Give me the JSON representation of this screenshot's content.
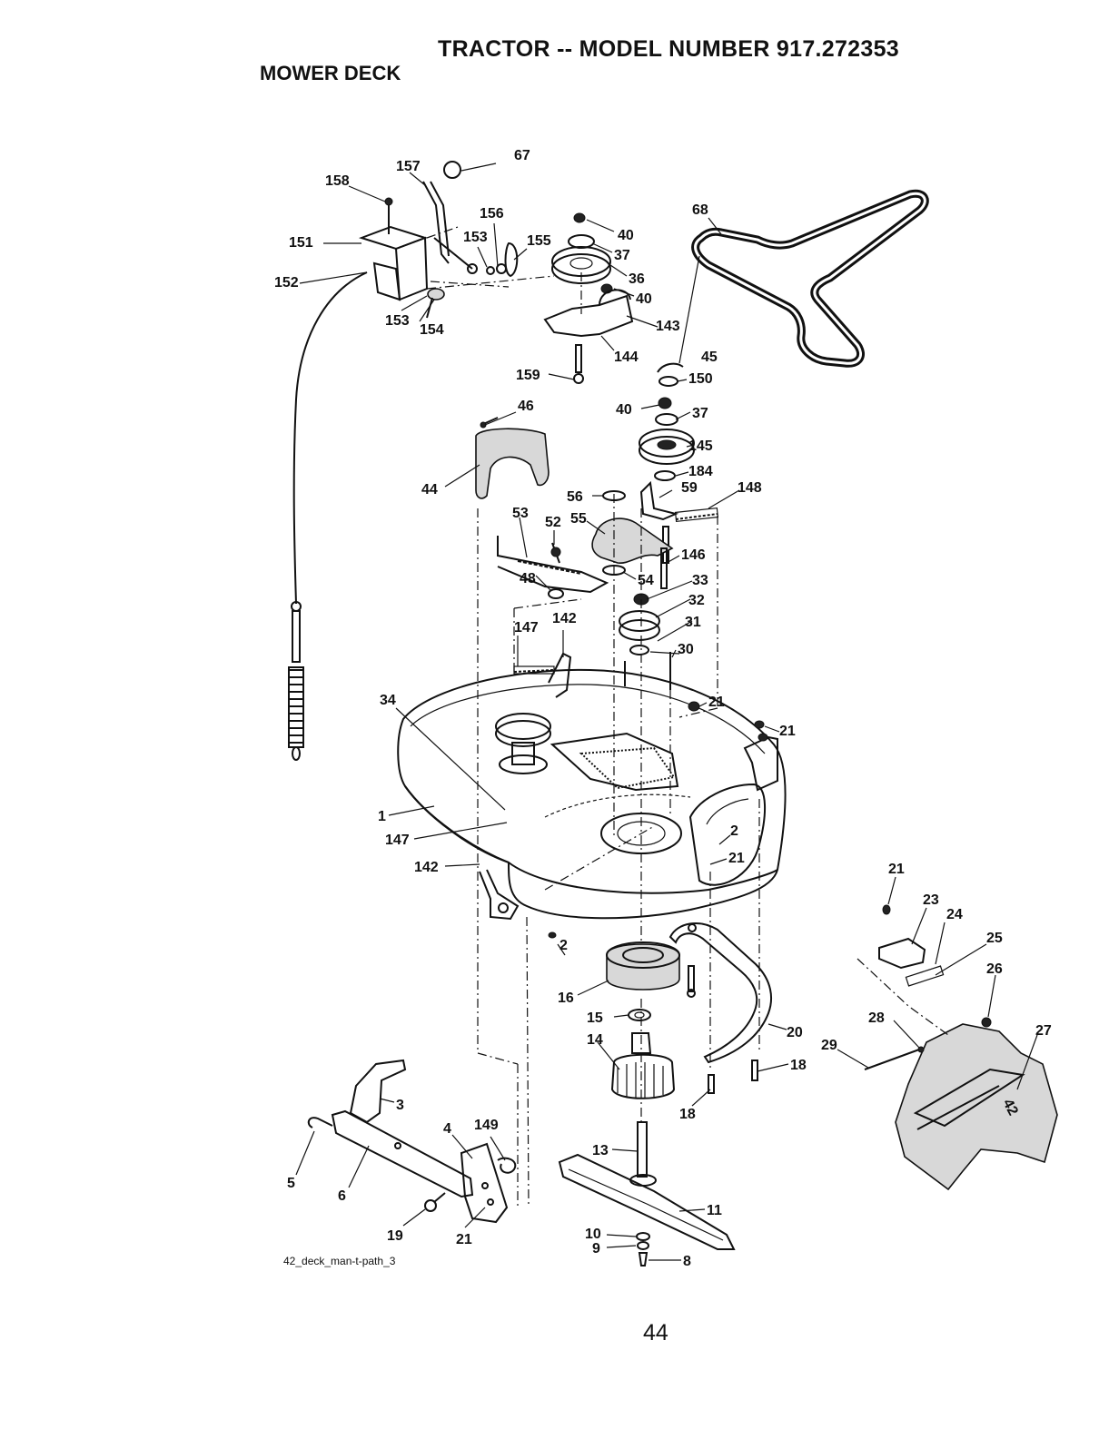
{
  "header": {
    "title": "TRACTOR -- MODEL NUMBER 917.272353",
    "subtitle": "MOWER DECK"
  },
  "footer": {
    "page_number": "44",
    "image_reference": "42_deck_man-t-path_3"
  },
  "callouts": {
    "c67": "67",
    "c157": "157",
    "c158": "158",
    "c156": "156",
    "c151": "151",
    "c153a": "153",
    "c155": "155",
    "c152": "152",
    "c153b": "153",
    "c154": "154",
    "c40a": "40",
    "c37a": "37",
    "c36": "36",
    "c40b": "40",
    "c143": "143",
    "c144": "144",
    "c68": "68",
    "c159": "159",
    "c45": "45",
    "c150": "150",
    "c46": "46",
    "c40c": "40",
    "c37b": "37",
    "c145": "145",
    "c44": "44",
    "c184": "184",
    "c56": "56",
    "c59": "59",
    "c148": "148",
    "c53": "53",
    "c52": "52",
    "c55": "55",
    "c146": "146",
    "c48": "48",
    "c54": "54",
    "c33": "33",
    "c32": "32",
    "c147a": "147",
    "c142a": "142",
    "c31": "31",
    "c30": "30",
    "c34": "34",
    "c21a": "21",
    "c21b": "21",
    "c1": "1",
    "c147b": "147",
    "c2a": "2",
    "c21c": "21",
    "c142b": "142",
    "c21d": "21",
    "c23": "23",
    "c24": "24",
    "c25": "25",
    "c2b": "2",
    "c26": "26",
    "c16": "16",
    "c15": "15",
    "c14": "14",
    "c28": "28",
    "c20": "20",
    "c27": "27",
    "c29": "29",
    "c18a": "18",
    "c3": "3",
    "c18b": "18",
    "c4": "4",
    "c149": "149",
    "c5": "5",
    "c6": "6",
    "c13": "13",
    "c11": "11",
    "c19": "19",
    "c21e": "21",
    "c10": "10",
    "c9": "9",
    "c8": "8"
  },
  "decal_text": "42"
}
